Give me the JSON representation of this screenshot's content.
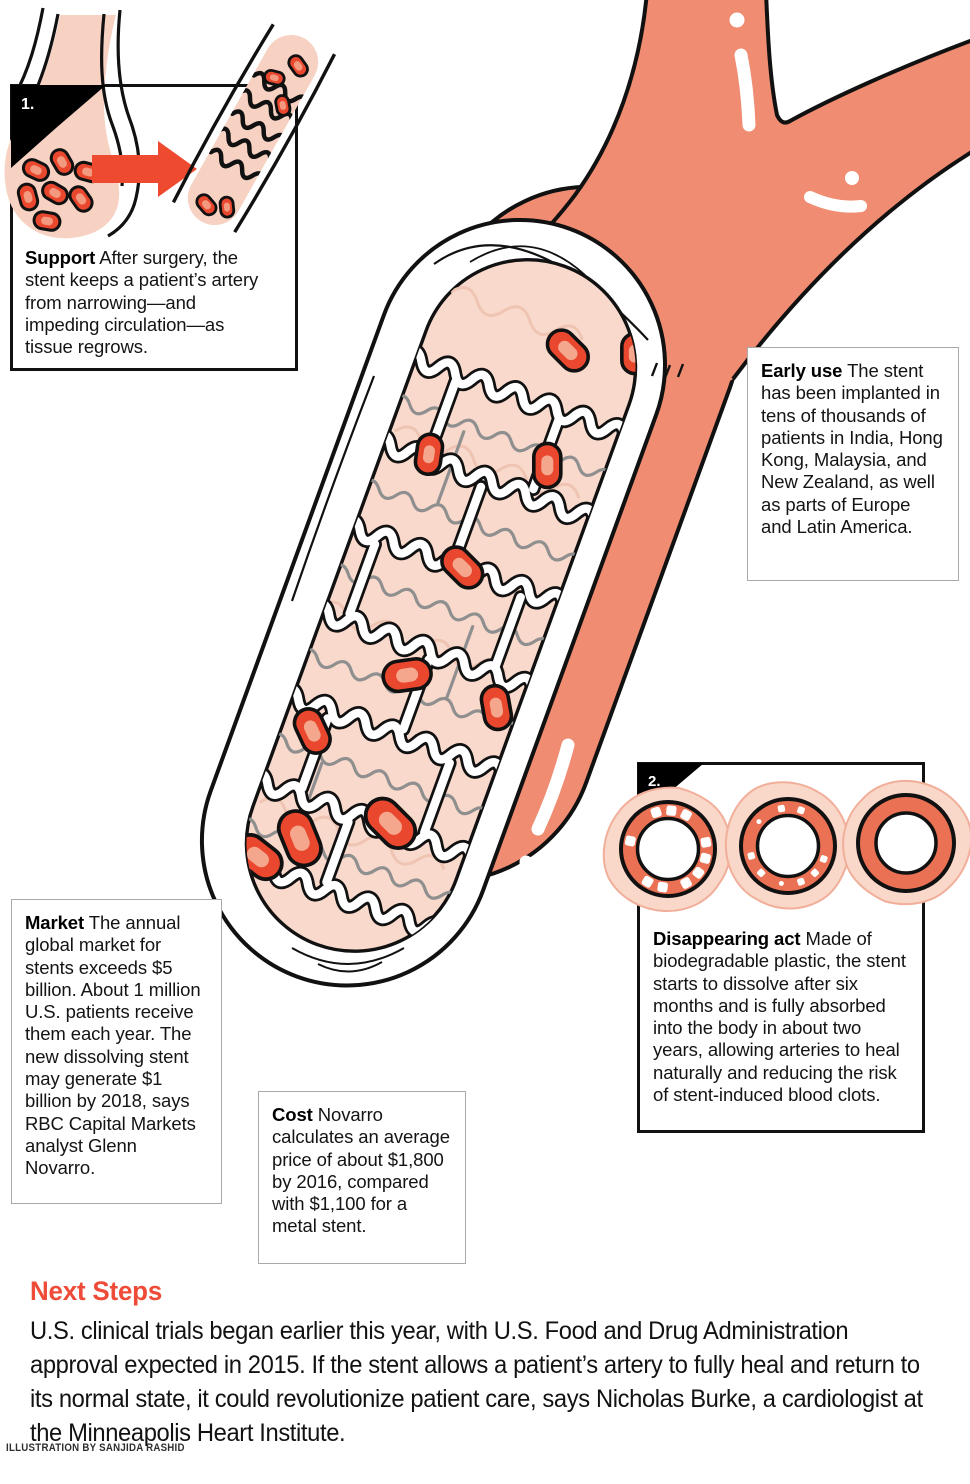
{
  "steps": {
    "step1": "1.",
    "step2": "2."
  },
  "boxes": {
    "support": {
      "lead": "Support",
      "text": "After surgery, the stent keeps a patient’s artery from narrowing—and impeding circulation—as tissue regrows."
    },
    "early_use": {
      "lead": "Early use",
      "text": "The stent has been implanted in tens of thousands of patients in India, Hong Kong, Malaysia, and New Zealand, as well as parts of Europe and Latin America."
    },
    "disappearing_act": {
      "lead": "Disappearing act",
      "text": "Made of biodegradable plastic, the stent starts to dissolve after six months and is fully absorbed into the body in about two years, allowing arteries to heal naturally and reducing the risk of stent-induced blood clots."
    },
    "market": {
      "lead": "Market",
      "text": "The annual global market for stents exceeds $5 billion. About 1 million U.S. patients receive them each year. The new dissolving stent may generate $1 billion by 2018, says RBC Capital Markets analyst Glenn Novarro."
    },
    "cost": {
      "lead": "Cost",
      "text": "Novarro calculates an average price of about $1,800 by 2016, compared with $1,100 for a metal stent."
    }
  },
  "next_steps": {
    "heading": "Next Steps",
    "body": "U.S. clinical trials began earlier this year, with U.S. Food and Drug Administration approval expected in 2015. If the stent allows a patient’s artery to fully heal and return to its normal state, it could revolutionize patient care, says Nicholas Burke, a cardiologist at the Minneapolis Heart Institute."
  },
  "credit": "ILLUSTRATION BY SANJIDA RASHID",
  "colors": {
    "artery_coral": "#EF8C72",
    "tissue_pink": "#F8D9CC",
    "cell_red": "#E9482E",
    "accent_red": "#EE4B38"
  }
}
